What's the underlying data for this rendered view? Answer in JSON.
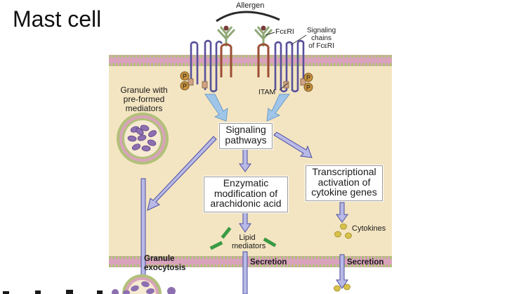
{
  "title": "Mast cell",
  "labels": {
    "allergen": "Allergen",
    "receptor": "FcεRI",
    "signaling_chains": "Signaling\nchains\nof FcεRI",
    "itam": "ITAM",
    "granule": "Granule with\npre-formed\nmediators",
    "signaling_pathways": "Signaling\npathways",
    "enzymatic": "Enzymatic\nmodification of\narachidonic acid",
    "transcriptional": "Transcriptional\nactivation of\ncytokine genes",
    "lipid_mediators": "Lipid\nmediators",
    "cytokines": "Cytokines",
    "granule_exocytosis": "Granule\nexocytosis",
    "secretion_left": "Secretion",
    "secretion_right": "Secretion",
    "phospho": "P"
  },
  "colors": {
    "cell_interior": "#f4e5c2",
    "membrane_pink": "#d9a3bb",
    "membrane_green": "#b2c07a",
    "arrow": "#b8b9e6",
    "arrow_outline": "#4c4ea0",
    "blue_arrow": "#9fc6e9",
    "granule_purple": "#8d6fb0",
    "cytokine_yellow": "#d8c24a",
    "lipid_green": "#3a9a45",
    "receptor_purple": "#57509a",
    "receptor_green": "#8ea876",
    "receptor_red": "#9c4d35",
    "phospho": "#c9923d"
  }
}
